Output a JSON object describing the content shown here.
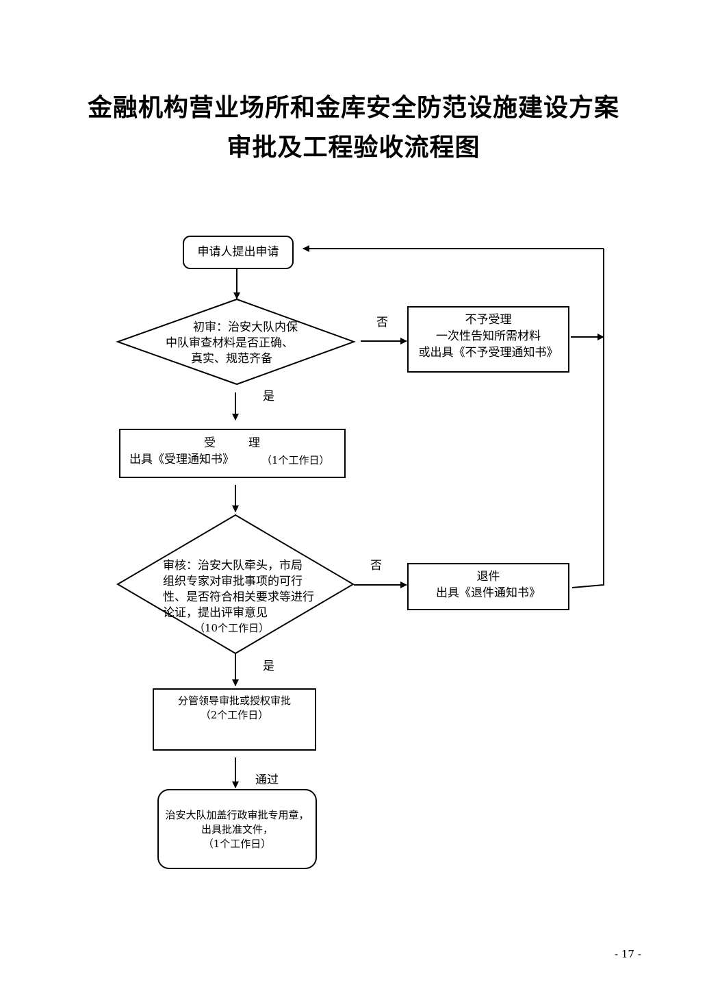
{
  "title": {
    "line1": "金融机构营业场所和金库安全防范设施建设方案",
    "line2": "审批及工程验收流程图"
  },
  "nodes": {
    "apply": {
      "label": "申请人提出申请"
    },
    "initial_review": {
      "line1": "初审：治安大队内保",
      "line2": "中队审查材料是否正确、",
      "line3": "真实、规范齐备"
    },
    "reject": {
      "line1": "不予受理",
      "line2": "一次性告知所需材料",
      "line3": "或出具《不予受理通知书》"
    },
    "accept": {
      "line1a": "受",
      "line1b": "理",
      "line2": "出具《受理通知书》",
      "days": "（1个工作日）"
    },
    "audit": {
      "line1": "审核：治安大队牵头，市局",
      "line2": "组织专家对审批事项的可行",
      "line3": "性、是否符合相关要求等进行",
      "line4": "论证，提出评审意见",
      "days": "（10个工作日）"
    },
    "return": {
      "line1": "退件",
      "line2": "出具《退件通知书》"
    },
    "leader": {
      "line1": "分管领导审批或授权审批",
      "days": "（2个工作日）"
    },
    "stamp": {
      "line1": "治安大队加盖行政审批专用章，",
      "line2": "出具批准文件，",
      "days": "（1个工作日）"
    }
  },
  "edge_labels": {
    "no_1": "否",
    "yes_1": "是",
    "no_2": "否",
    "yes_2": "是",
    "pass": "通过"
  },
  "page_number": "- 17 -"
}
